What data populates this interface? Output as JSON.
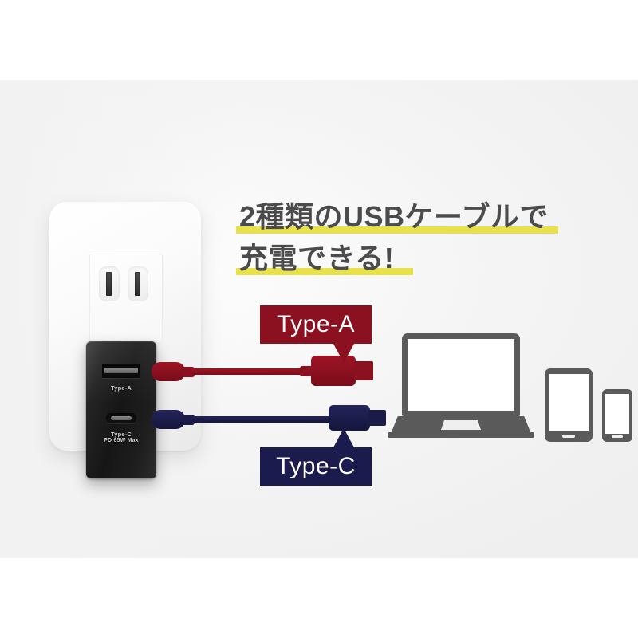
{
  "headline": {
    "line1": "2種類のUSBケーブルで",
    "line2": "充電できる!",
    "highlight_color": "#E8E24A",
    "text_color": "#4B4B4B"
  },
  "callouts": {
    "type_a": {
      "label": "Type-A",
      "color": "#8B1020"
    },
    "type_c": {
      "label": "Type-C",
      "color": "#1B1B4E"
    }
  },
  "charger": {
    "port_a_label": "Type-A",
    "port_c_label": "Type-C",
    "port_c_spec": "PD 65W Max",
    "body_color": "#1A1A1A"
  },
  "cables": {
    "type_a_cable_color": "#8B1020",
    "type_c_cable_color": "#1B1B48"
  },
  "devices": {
    "laptop": "laptop-icon",
    "tablet": "tablet-icon",
    "phone": "smartphone-icon",
    "icon_color": "#5A5A5A"
  },
  "outlet": {
    "name": "wall-outlet",
    "slot_count": 2
  },
  "background": {
    "page_color": "#FFFFFF",
    "photo_color": "#F2F2F2"
  }
}
